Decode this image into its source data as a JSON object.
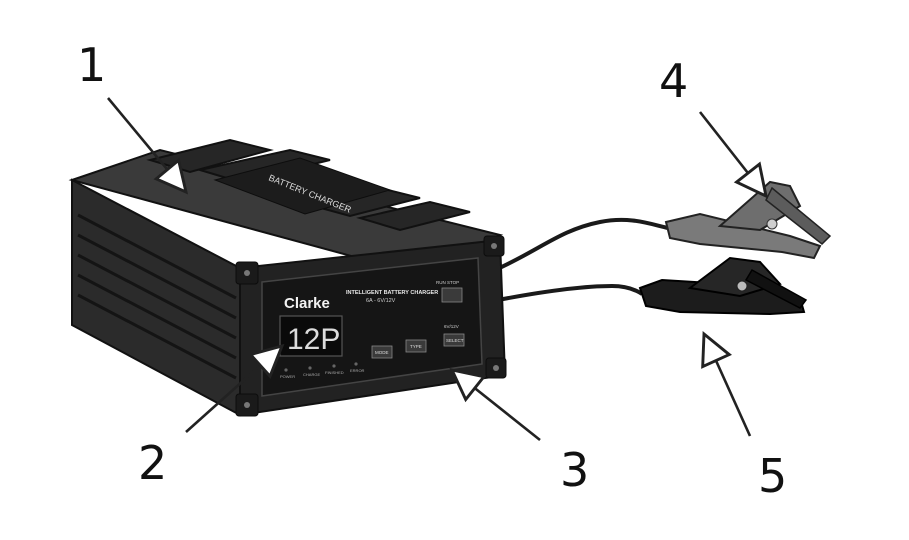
{
  "callouts": [
    "1",
    "2",
    "3",
    "4",
    "5"
  ],
  "charger": {
    "brand": "Clarke",
    "panel_title": "INTELLIGENT BATTERY CHARGER",
    "rating": "6A - 6V/12V",
    "display_value": "12P",
    "buttons": {
      "run_stop": "RUN STOP",
      "mode": "MODE",
      "type": "TYPE",
      "select": "SELECT",
      "voltage": "6V/12V"
    },
    "indicators": [
      "POWER",
      "CHARGE",
      "FINISHED",
      "ERROR"
    ],
    "top_label": "BATTERY CHARGER"
  },
  "colors": {
    "body": "#2b2b2b",
    "panel": "#151515",
    "clamp_red": "#7a7a7a",
    "clamp_black": "#1c1c1c"
  }
}
